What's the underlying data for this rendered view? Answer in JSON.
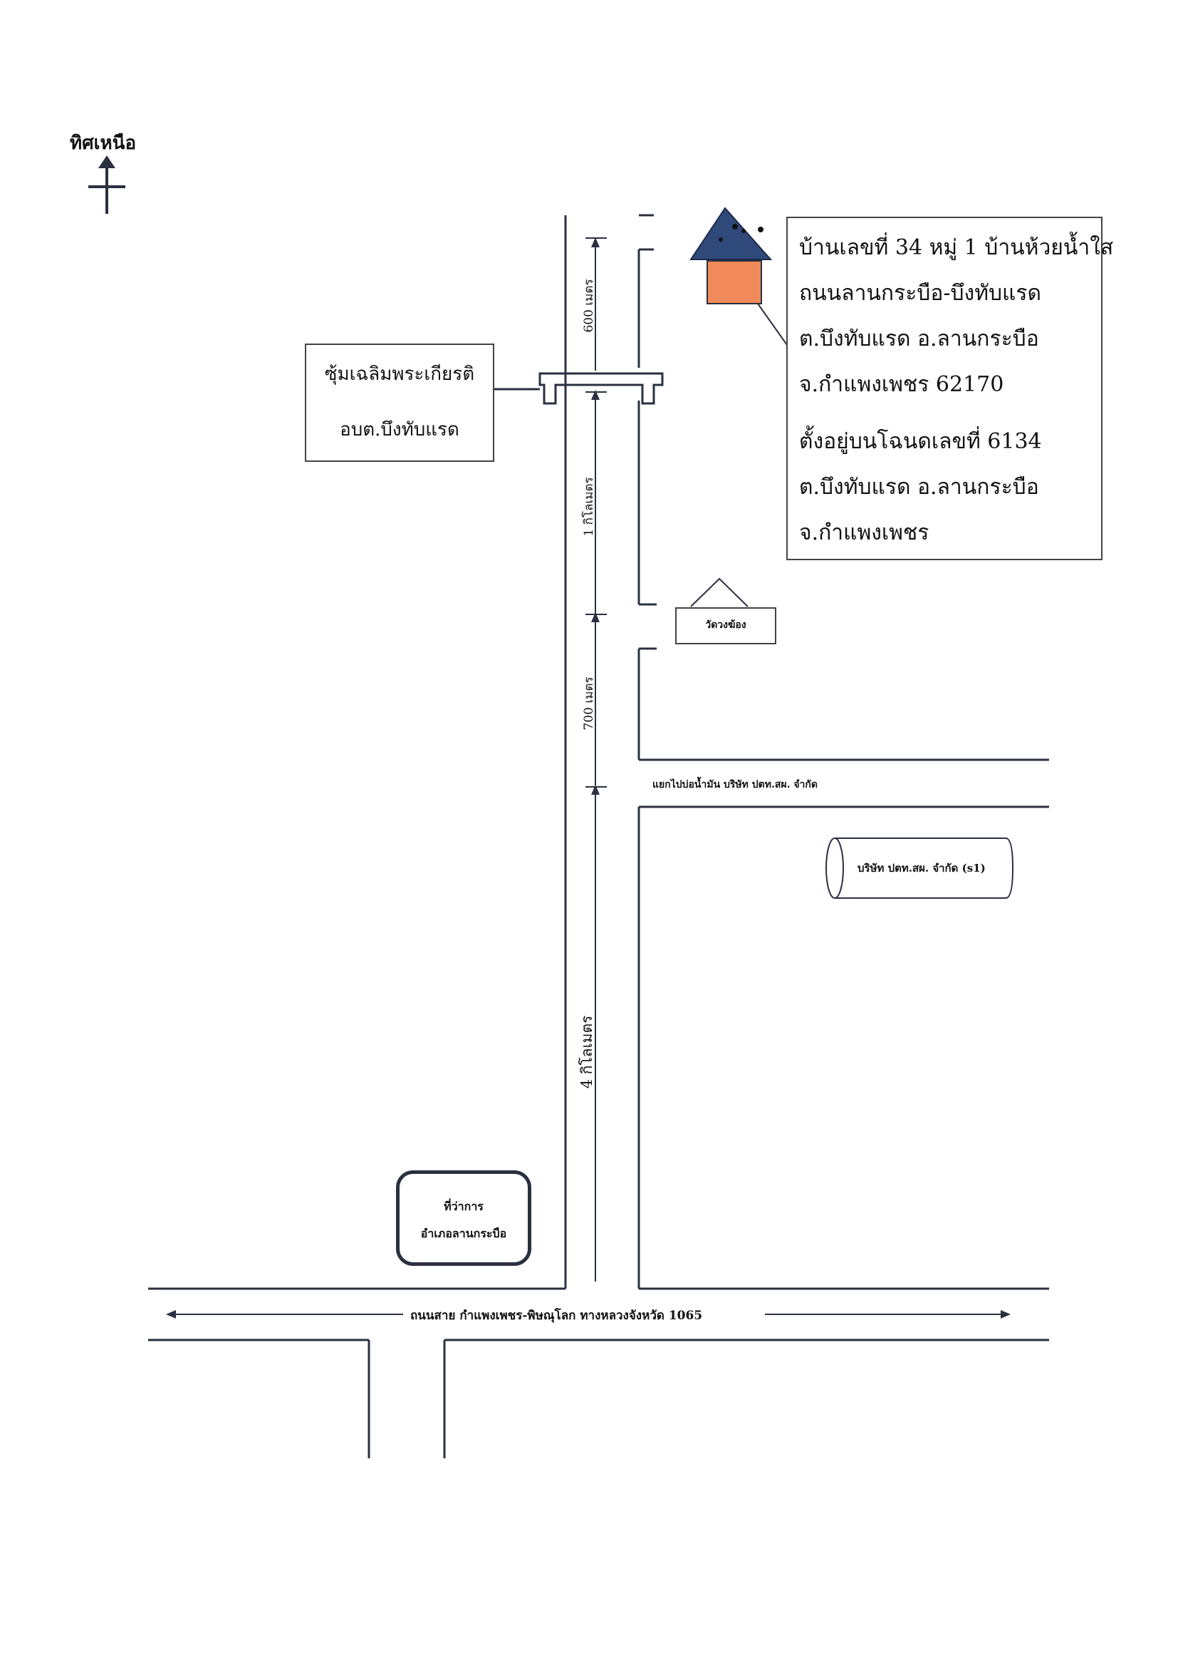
{
  "north": {
    "label": "ทิศเหนือ",
    "icon": "north-arrow-icon"
  },
  "address": {
    "lines": [
      "บ้านเลขที่ 34 หมู่ 1 บ้านห้วยน้ำใส",
      "ถนนลานกระบือ-บึงทับแรด",
      "ต.บึงทับแรด อ.ลานกระบือ",
      "จ.กำแพงเพชร 62170",
      "ตั้งอยู่บนโฉนดเลขที่ 6134",
      "ต.บึงทับแรด อ.ลานกระบือ",
      "จ.กำแพงเพชร"
    ]
  },
  "office": {
    "line1": "ซุ้มเฉลิมพระเกียรติ",
    "line2": "อบต.บึงทับแรด"
  },
  "distances": {
    "d600": "600 เมตร",
    "d1km": "1 กิโลเมตร",
    "d700": "700 เมตร",
    "d4km": "4 กิโลเมตร"
  },
  "temple": "วัดวงฆ้อง",
  "junction_label": "แยกไปบ่อน้ำมัน บริษัท ปตท.สผ. จำกัด",
  "company": "บริษัท ปตท.สผ. จำกัด (s1)",
  "district_office": {
    "line1": "ที่ว่าการ",
    "line2": "อำเภอลานกระบือ"
  },
  "highway": "ถนนสาย กำแพงเพชร-พิษณุโลก ทางหลวงจังหวัด 1065",
  "colors": {
    "roof": "#2f4a7a",
    "house": "#f08a5a",
    "line": "#2a3040",
    "ink": "#111111"
  }
}
